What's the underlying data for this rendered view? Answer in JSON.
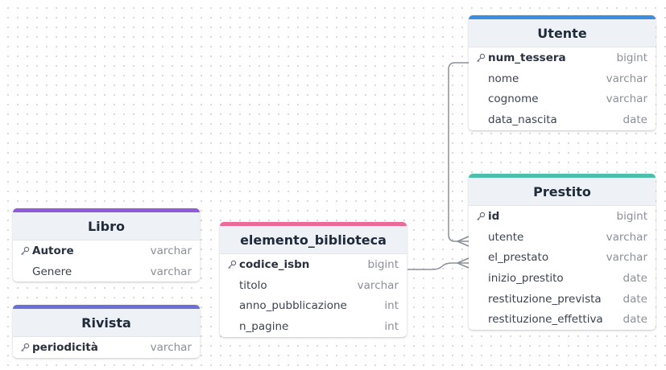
{
  "colors": {
    "utente": "#3b8ee0",
    "prestito": "#4bbfa9",
    "libro": "#8e5bd9",
    "rivista": "#6c70d6",
    "elemento_biblioteca": "#ec6a98",
    "connector": "#8a8f98"
  },
  "tables": {
    "utente": {
      "name": "Utente",
      "columns": [
        {
          "name": "num_tessera",
          "type": "bigint",
          "pk": true
        },
        {
          "name": "nome",
          "type": "varchar",
          "pk": false
        },
        {
          "name": "cognome",
          "type": "varchar",
          "pk": false
        },
        {
          "name": "data_nascita",
          "type": "date",
          "pk": false
        }
      ]
    },
    "prestito": {
      "name": "Prestito",
      "columns": [
        {
          "name": "id",
          "type": "bigint",
          "pk": true
        },
        {
          "name": "utente",
          "type": "varchar",
          "pk": false
        },
        {
          "name": "el_prestato",
          "type": "varchar",
          "pk": false
        },
        {
          "name": "inizio_prestito",
          "type": "date",
          "pk": false
        },
        {
          "name": "restituzione_prevista",
          "type": "date",
          "pk": false
        },
        {
          "name": "restituzione_effettiva",
          "type": "date",
          "pk": false
        }
      ]
    },
    "libro": {
      "name": "Libro",
      "columns": [
        {
          "name": "Autore",
          "type": "varchar",
          "pk": true
        },
        {
          "name": "Genere",
          "type": "varchar",
          "pk": false
        }
      ]
    },
    "rivista": {
      "name": "Rivista",
      "columns": [
        {
          "name": "periodicità",
          "type": "varchar",
          "pk": true
        }
      ]
    },
    "elemento_biblioteca": {
      "name": "elemento_biblioteca",
      "columns": [
        {
          "name": "codice_isbn",
          "type": "bigint",
          "pk": true
        },
        {
          "name": "titolo",
          "type": "varchar",
          "pk": false
        },
        {
          "name": "anno_pubblicazione",
          "type": "int",
          "pk": false
        },
        {
          "name": "n_pagine",
          "type": "int",
          "pk": false
        }
      ]
    }
  },
  "relations": [
    {
      "from": "Utente.num_tessera",
      "to": "Prestito.utente",
      "cardinality": "one-to-many"
    },
    {
      "from": "elemento_biblioteca.codice_isbn",
      "to": "Prestito.el_prestato",
      "cardinality": "one-to-many"
    }
  ]
}
